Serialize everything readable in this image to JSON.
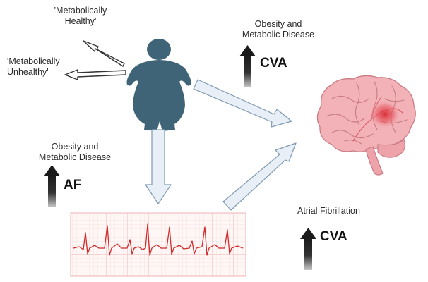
{
  "labels": {
    "healthy_line1": "'Metabolically",
    "healthy_line2": "Healthy'",
    "unhealthy_line1": "'Metabolically",
    "unhealthy_line2": "Unhealthy'",
    "obesity_top_line1": "Obesity and",
    "obesity_top_line2": "Metabolic Disease",
    "cva_top": "CVA",
    "obesity_left_line1": "Obesity and",
    "obesity_left_line2": "Metabolic Disease",
    "af": "AF",
    "atrial_fibrillation": "Atrial Fibrillation",
    "cva_bottom": "CVA"
  },
  "icons": {
    "person": "person-obese-icon",
    "brain": "brain-icon",
    "ecg": "ecg-trace-icon"
  },
  "colors": {
    "person": "#3f6478",
    "arrow_fill": "#e8eff7",
    "arrow_stroke": "#7f9ab3",
    "brain": "#f2b2b8",
    "lesion": "#e0343f",
    "ecg_grid": "#f5c6c6",
    "ecg_line": "#d12a2a"
  }
}
